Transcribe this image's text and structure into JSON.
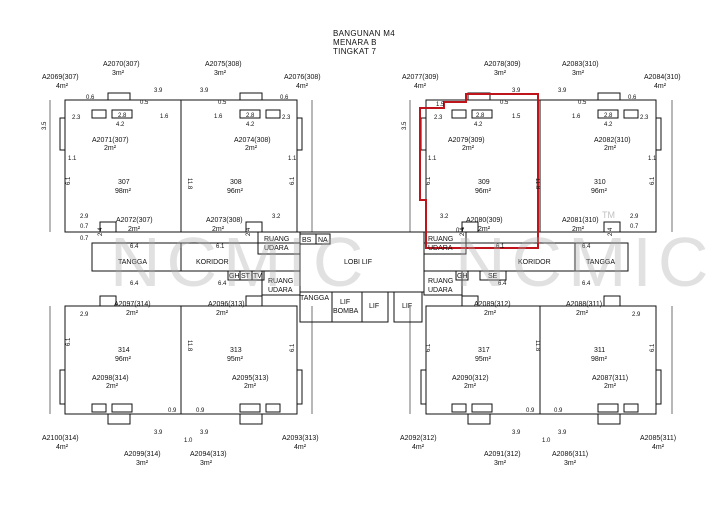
{
  "header": {
    "line1": "BANGUNAN M4",
    "line2": "MENARA B",
    "line3": "TINGKAT 7"
  },
  "watermark": {
    "text": "NCMIC",
    "tm": "TM"
  },
  "highlight_color": "#c0141c",
  "units": [
    {
      "id": "307",
      "area": "98m²"
    },
    {
      "id": "308",
      "area": "96m²"
    },
    {
      "id": "309",
      "area": "96m²"
    },
    {
      "id": "310",
      "area": "96m²"
    },
    {
      "id": "314",
      "area": "96m²"
    },
    {
      "id": "313",
      "area": "95m²"
    },
    {
      "id": "317",
      "area": "95m²"
    },
    {
      "id": "311",
      "area": "98m²"
    }
  ],
  "parcels": [
    {
      "id": "A2069(307)",
      "area": "4m²"
    },
    {
      "id": "A2070(307)",
      "area": "3m²"
    },
    {
      "id": "A2075(308)",
      "area": "3m²"
    },
    {
      "id": "A2076(308)",
      "area": "4m²"
    },
    {
      "id": "A2071(307)",
      "area": "2m²"
    },
    {
      "id": "A2074(308)",
      "area": "2m²"
    },
    {
      "id": "A2072(307)",
      "area": "2m²"
    },
    {
      "id": "A2073(308)",
      "area": "2m²"
    },
    {
      "id": "A2077(309)",
      "area": "4m²"
    },
    {
      "id": "A2078(309)",
      "area": "3m²"
    },
    {
      "id": "A2083(310)",
      "area": "3m²"
    },
    {
      "id": "A2084(310)",
      "area": "4m²"
    },
    {
      "id": "A2079(309)",
      "area": "2m²"
    },
    {
      "id": "A2082(310)",
      "area": "2m²"
    },
    {
      "id": "A2080(309)",
      "area": "2m²"
    },
    {
      "id": "A2081(310)",
      "area": "2m²"
    },
    {
      "id": "A2097(314)",
      "area": "2m²"
    },
    {
      "id": "A2096(313)",
      "area": "2m²"
    },
    {
      "id": "A2098(314)",
      "area": "2m²"
    },
    {
      "id": "A2095(313)",
      "area": "2m²"
    },
    {
      "id": "A2100(314)",
      "area": "4m²"
    },
    {
      "id": "A2099(314)",
      "area": "3m²"
    },
    {
      "id": "A2094(313)",
      "area": "3m²"
    },
    {
      "id": "A2093(313)",
      "area": "4m²"
    },
    {
      "id": "A2089(312)",
      "area": "2m²"
    },
    {
      "id": "A2088(311)",
      "area": "2m²"
    },
    {
      "id": "A2090(312)",
      "area": "2m²"
    },
    {
      "id": "A2087(311)",
      "area": "2m²"
    },
    {
      "id": "A2092(312)",
      "area": "4m²"
    },
    {
      "id": "A2091(312)",
      "area": "3m²"
    },
    {
      "id": "A2086(311)",
      "area": "3m²"
    },
    {
      "id": "A2085(311)",
      "area": "4m²"
    }
  ],
  "labels": {
    "tangga": "TANGGA",
    "koridor": "KORIDOR",
    "lobi_lif": "LOBI LIF",
    "ruang": "RUANG",
    "udara": "UDARA",
    "lif": "LIF",
    "lif_bomba_1": "LIF",
    "lif_bomba_2": "BOMBA",
    "bs": "BS",
    "na": "NA",
    "gh": "GH",
    "st": "ST",
    "tv": "TV",
    "se": "SE"
  },
  "dimensions": {
    "d39": "3.9",
    "d35": "3.5",
    "d61": "6.1",
    "d118": "11.8",
    "d29": "2.9",
    "d32": "3.2",
    "d64": "6.4",
    "d24": "2.4",
    "d07": "0.7",
    "d06": "0.6",
    "d11": "1.1",
    "d15": "1.5",
    "d16": "1.6",
    "d23": "2.3",
    "d28": "2.8",
    "d42": "4.2",
    "d10": "1.0",
    "d09": "0.9",
    "d05": "0.5"
  }
}
